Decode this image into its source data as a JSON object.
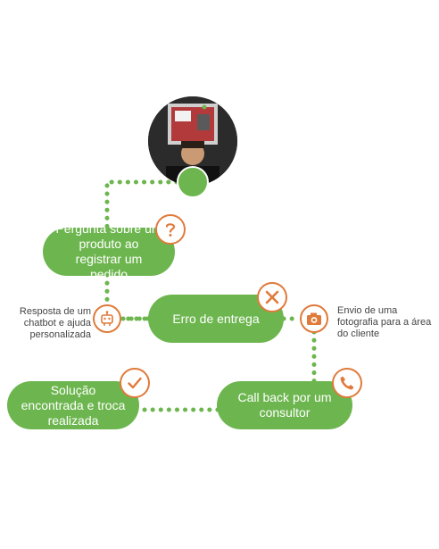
{
  "colors": {
    "accent": "#6db64f",
    "icon": "#e07a3a",
    "text": "#444444"
  },
  "avatar": {
    "icon": "person-photo-icon"
  },
  "steps": [
    {
      "id": "question",
      "label": "Pergunta sobre um produto ao registrar um pedido",
      "icon": "question-icon"
    },
    {
      "id": "error",
      "label": "Erro de entrega",
      "icon": "close-icon"
    },
    {
      "id": "callback",
      "label": "Call back por um consultor",
      "icon": "phone-icon"
    },
    {
      "id": "solution",
      "label": "Solução encontrada e troca realizada",
      "icon": "check-icon"
    }
  ],
  "notes": {
    "chatbot": {
      "text": "Resposta de um chatbot e ajuda personalizada",
      "icon": "robot-icon"
    },
    "photo": {
      "text": "Envio de uma fotografia para a área do cliente",
      "icon": "camera-icon"
    }
  }
}
